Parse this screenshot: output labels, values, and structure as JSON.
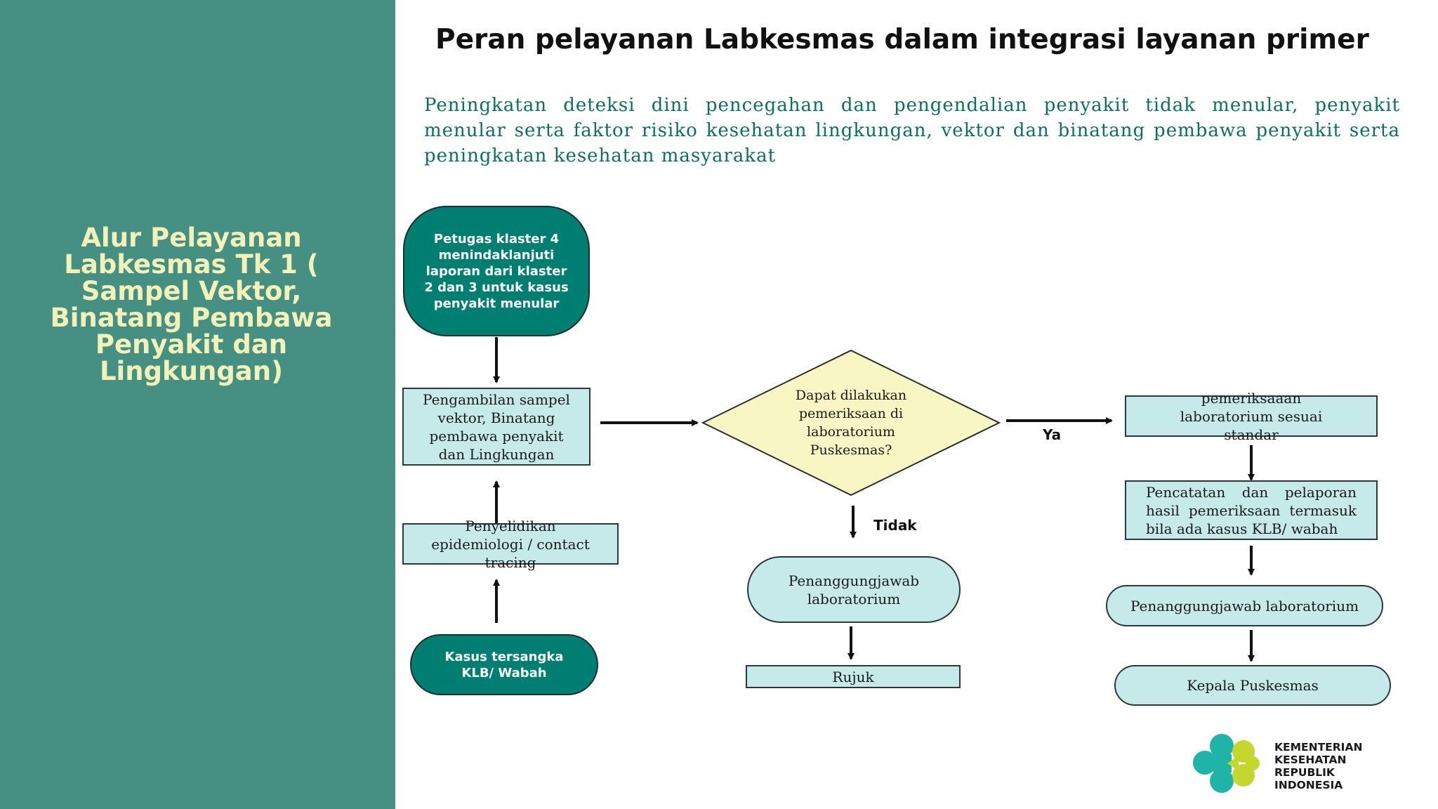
{
  "sidebar": {
    "title": "Alur Pelayanan Labkesmas Tk 1 ( Sampel Vektor, Binatang Pembawa Penyakit dan Lingkungan)"
  },
  "header": {
    "title": "Peran pelayanan Labkesmas dalam integrasi layanan primer",
    "intro": "Peningkatan deteksi dini pencegahan dan pengendalian penyakit tidak menular, penyakit menular serta faktor risiko kesehatan lingkungan, vektor dan binatang pembawa penyakit serta peningkatan kesehatan masyarakat"
  },
  "flow": {
    "start": "Petugas klaster 4 menindaklanjuti laporan dari klaster 2 dan 3 untuk kasus penyakit menular",
    "sampling": "Pengambilan sampel vektor, Binatang pembawa penyakit dan Lingkungan",
    "investigation": "Penyelidikan epidemiologi / contact tracing",
    "suspect_case": "Kasus tersangka KLB/ Wabah",
    "decision": "Dapat dilakukan pemeriksaan di laboratorium Puskesmas?",
    "no_label": "Tidak",
    "yes_label": "Ya",
    "no_branch": {
      "lab_officer": "Penanggungjawab laboratorium",
      "refer": "Rujuk"
    },
    "yes_branch": {
      "lab_exam": "pemeriksaaan laboratorium sesuai standar",
      "recording": "Pencatatan dan pelaporan hasil pemeriksaan termasuk bila ada kasus KLB/ wabah",
      "lab_officer": "Penanggungjawab laboratorium",
      "head": "Kepala Puskesmas"
    }
  },
  "logo": {
    "lines": [
      "KEMENTERIAN",
      "KESEHATAN",
      "REPUBLIK",
      "INDONESIA"
    ]
  },
  "colors": {
    "sidebar_bg": "#458f83",
    "sidebar_text": "#f2f2b8",
    "intro_text": "#0d6e61",
    "dark_node": "#007e72",
    "light_node": "#c6eaea",
    "decision": "#f8f6c2",
    "logo_teal": "#20b3a8",
    "logo_lime": "#c5d62e"
  }
}
